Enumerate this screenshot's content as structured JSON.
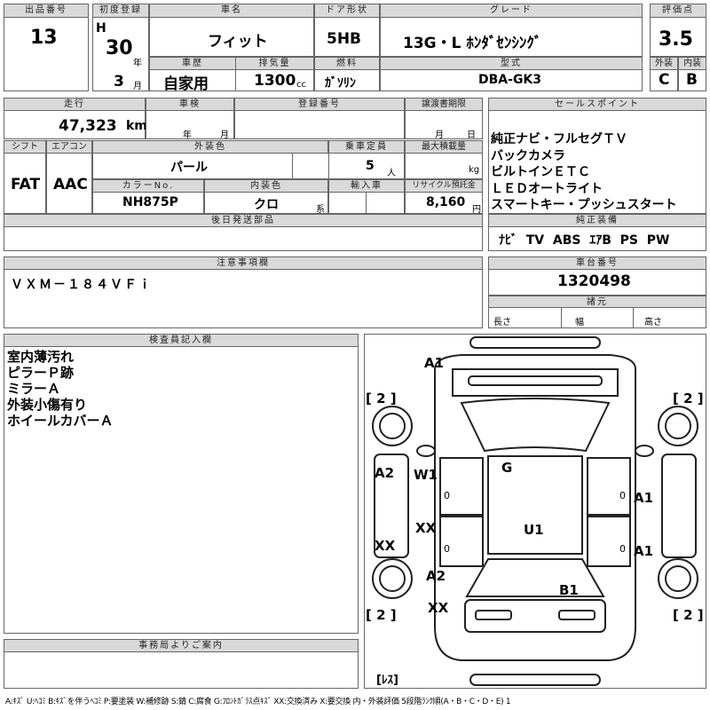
{
  "header": {
    "lot_label": "出品番号",
    "lot_no": "13",
    "first_reg_label": "初度登録",
    "era": "H",
    "year": "30",
    "year_unit": "年",
    "month": "3",
    "month_unit": "月",
    "model_label": "車名",
    "model": "フィット",
    "history_label": "車歴",
    "history": "自家用",
    "disp_label": "排気量",
    "disp": "1300",
    "disp_unit": "cc",
    "door_label": "ドア形状",
    "door": "5HB",
    "fuel_label": "燃料",
    "fuel": "ｶﾞｿﾘﾝ",
    "grade_label": "グレード",
    "grade": "13G・L ﾎﾝﾀﾞｾﾝｼﾝｸﾞ",
    "type_label": "型式",
    "type": "DBA-GK3",
    "score_label": "評価点",
    "score": "3.5",
    "ext_label": "外装",
    "ext": "C",
    "int_label": "内装",
    "int": "B"
  },
  "row2": {
    "mileage_label": "走行",
    "mileage": "47,323",
    "mileage_unit": "km",
    "inspection_label": "車検",
    "insp_year_unit": "年",
    "insp_month_unit": "月",
    "regno_label": "登録番号",
    "transfer_label": "譲渡書期限",
    "transfer_month_unit": "月",
    "transfer_day_unit": "日",
    "sales_label": "セールスポイント",
    "sales_points": [
      "純正ナビ・フルセグＴＶ",
      "バックカメラ",
      "ビルトインＥＴＣ",
      "ＬＥＤオートライト",
      "スマートキー・プッシュスタート"
    ]
  },
  "row3": {
    "shift_label": "シフト",
    "shift": "FAT",
    "ac_label": "エアコン",
    "ac": "AAC",
    "color_label": "外装色",
    "color": "パール",
    "seats_label": "乗車定員",
    "seats": "5",
    "seats_unit": "人",
    "load_label": "最大積載量",
    "load_unit": "kg",
    "color_no_label": "カラーNo.",
    "color_no": "NH875P",
    "int_color_label": "内装色",
    "int_color": "クロ",
    "int_color_unit": "系",
    "import_label": "輸入車",
    "recycle_label": "リサイクル預託金",
    "recycle": "8,160",
    "recycle_unit": "円",
    "later_label": "後日発送部品",
    "equip_label": "純正装備",
    "equip": "ﾅﾋﾞ  TV  ABS  ｴｱB  PS  PW"
  },
  "notes": {
    "caution_label": "注意事項欄",
    "caution": "ＶＸＭ－１８４ＶＦｉ",
    "chassis_label": "車台番号",
    "chassis": "1320498",
    "specs_label": "諸元",
    "len_label": "長さ",
    "wid_label": "幅",
    "hgt_label": "高さ",
    "inspector_label": "検査員記入欄",
    "inspector_lines": [
      "室内薄汚れ",
      "ピラーＰ跡",
      "ミラーＡ",
      "外装小傷有り",
      "ホイールカバーＡ"
    ],
    "office_label": "事務局よりご案内",
    "legend": "A:ｷｽﾞ U:ﾍｺﾐ B:ｷｽﾞを伴うﾍｺﾐ P:要塗装 W:補修跡 S:錆 C:腐食 G:ﾌﾛﾝﾄｶﾞﾗｽ点ｷｽﾞ XX:交換済み X:要交換 内・外装評価 5段階ﾗﾝｸ順(A・B・C・D・E) 1"
  },
  "diagram": {
    "marks": {
      "a1_top": "A1",
      "g": "G",
      "a2_left": "A2",
      "w1": "W1",
      "a1_right1": "A1",
      "xx_left": "XX",
      "xx_mid": "XX",
      "u1": "U1",
      "a1_right2": "A1",
      "a2_lower": "A2",
      "xx_lower": "XX",
      "b1": "B1",
      "tl": "[ 2 ]",
      "tr": "[ 2 ]",
      "bl": "[ 2 ]",
      "br": "[ 2 ]",
      "less": "[ﾚｽ]",
      "d1": "0",
      "d2": "0",
      "d3": "0",
      "d4": "0"
    }
  }
}
